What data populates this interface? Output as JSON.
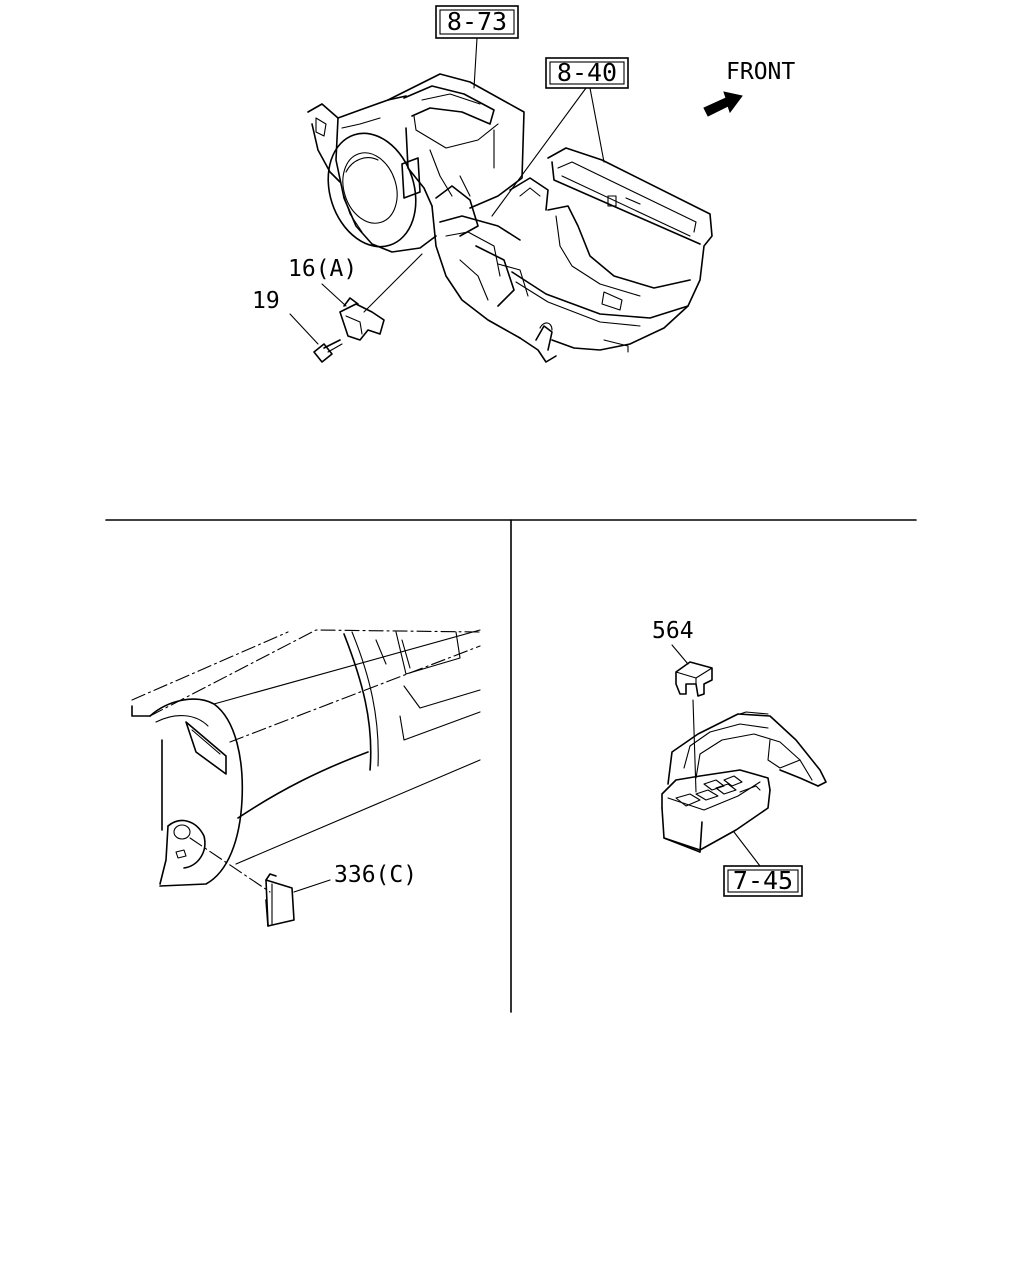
{
  "refs": {
    "ref_8_73": "8-73",
    "ref_8_40": "8-40",
    "ref_7_45": "7-45"
  },
  "parts": {
    "part_16a": "16(A)",
    "part_19": "19",
    "part_336c": "336(C)",
    "part_564": "564"
  },
  "orientation": {
    "front_label": "FRONT"
  }
}
